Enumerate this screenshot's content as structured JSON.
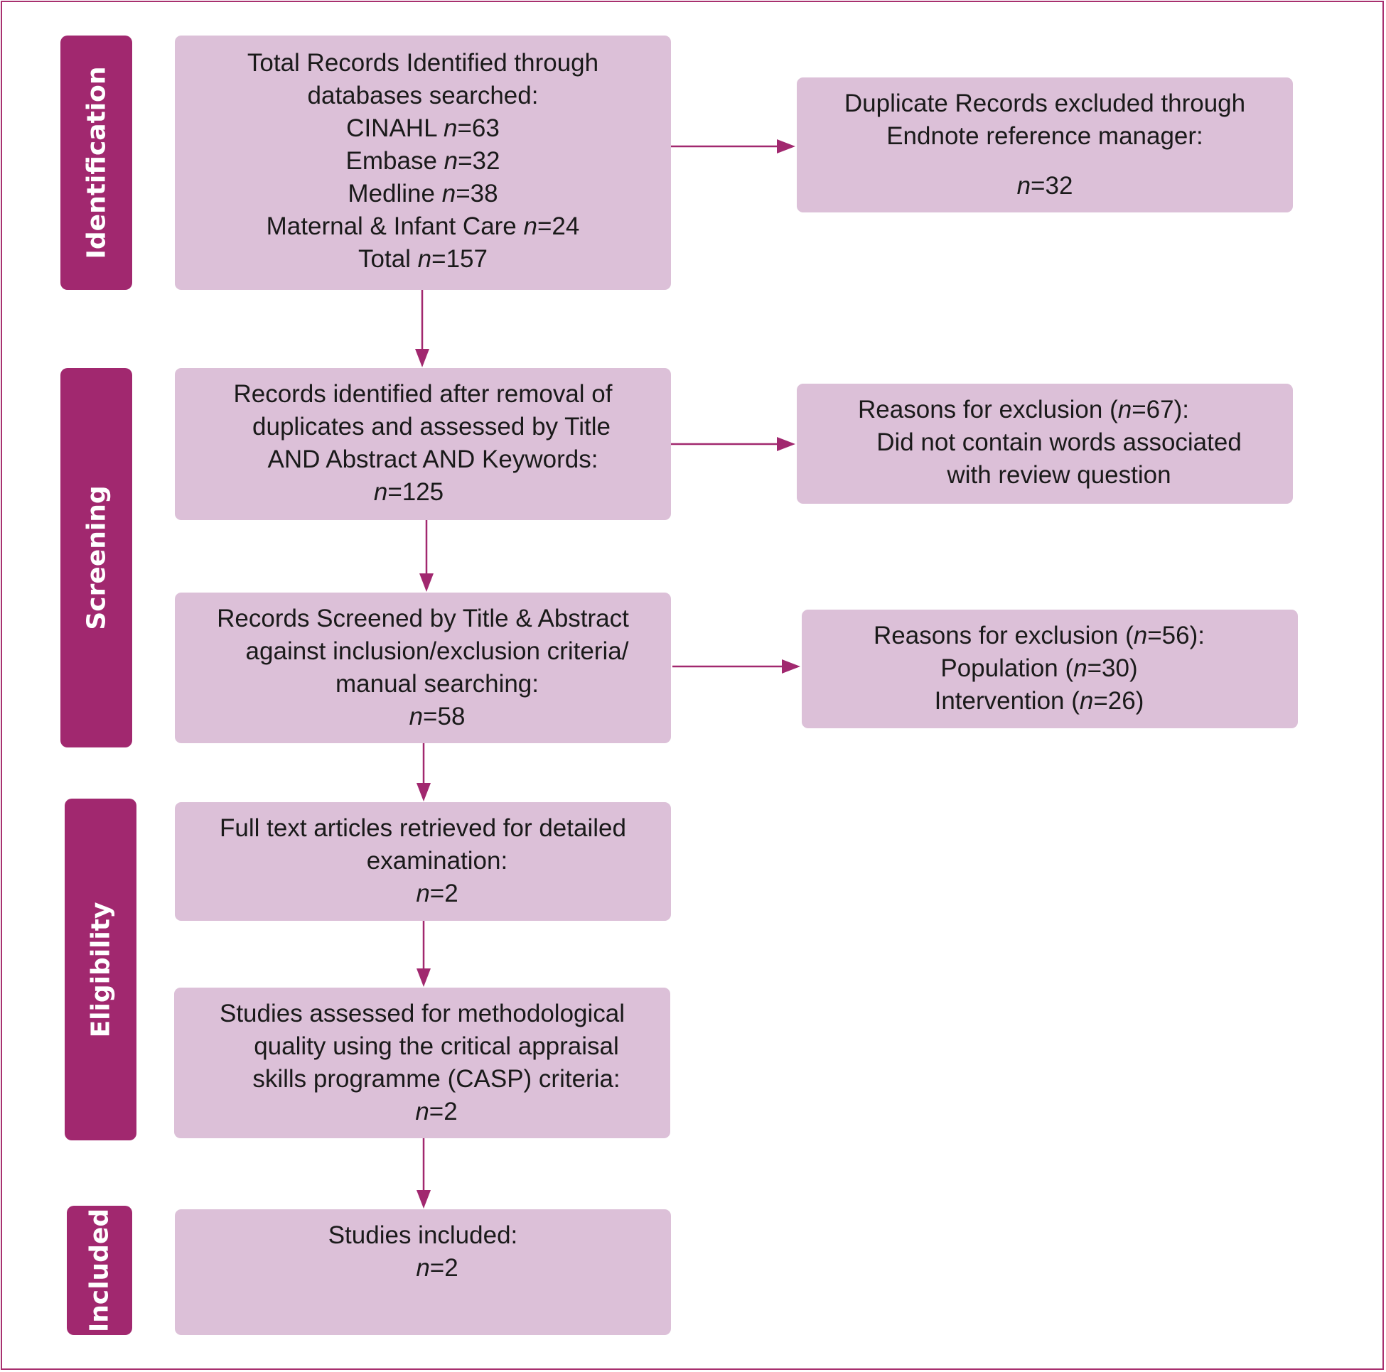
{
  "stages": {
    "identification": "Identification",
    "screening": "Screening",
    "eligibility": "Eligibility",
    "included": "Included"
  },
  "boxes": {
    "identified": {
      "l1": "Total Records Identified through",
      "l2": "databases searched:",
      "cinahl": "CINAHL ",
      "cinahl_n": "=63",
      "embase": "Embase ",
      "embase_n": "=32",
      "medline": "Medline ",
      "medline_n": "=38",
      "mic": "Maternal & Infant Care ",
      "mic_n": "=24",
      "total": "Total ",
      "total_n": "=157"
    },
    "duplicates": {
      "l1": "Duplicate Records excluded through",
      "l2": "Endnote reference manager:",
      "n": "=32"
    },
    "after_dup": {
      "l1": "Records identified after removal of",
      "l2": "duplicates and assessed by Title",
      "l3": "AND Abstract AND Keywords:",
      "n": "=125"
    },
    "excl1": {
      "l1a": "Reasons for exclusion (",
      "l1n": "=67):",
      "l2": "Did not contain words associated",
      "l3": "with review question"
    },
    "screened": {
      "l1": "Records Screened by Title & Abstract",
      "l2": "against inclusion/exclusion criteria/",
      "l3": "manual searching:",
      "n": "=58"
    },
    "excl2": {
      "l1a": "Reasons for exclusion (",
      "l1n": "=56):",
      "pop": "Population (",
      "pop_n": "=30)",
      "int": "Intervention (",
      "int_n": "=26)"
    },
    "fulltext": {
      "l1": "Full text articles retrieved for detailed",
      "l2": "examination:",
      "n": "=2"
    },
    "casp": {
      "l1": "Studies assessed for methodological",
      "l2": "quality using the critical appraisal",
      "l3": "skills programme (CASP) criteria:",
      "n": "=2"
    },
    "included": {
      "l1": "Studies included:",
      "n": "=2"
    }
  },
  "n_symbol": "n",
  "colors": {
    "stage": "#a1286f",
    "box": "#dcc0d8",
    "arrow": "#a1286f",
    "frame": "#a8306f"
  }
}
